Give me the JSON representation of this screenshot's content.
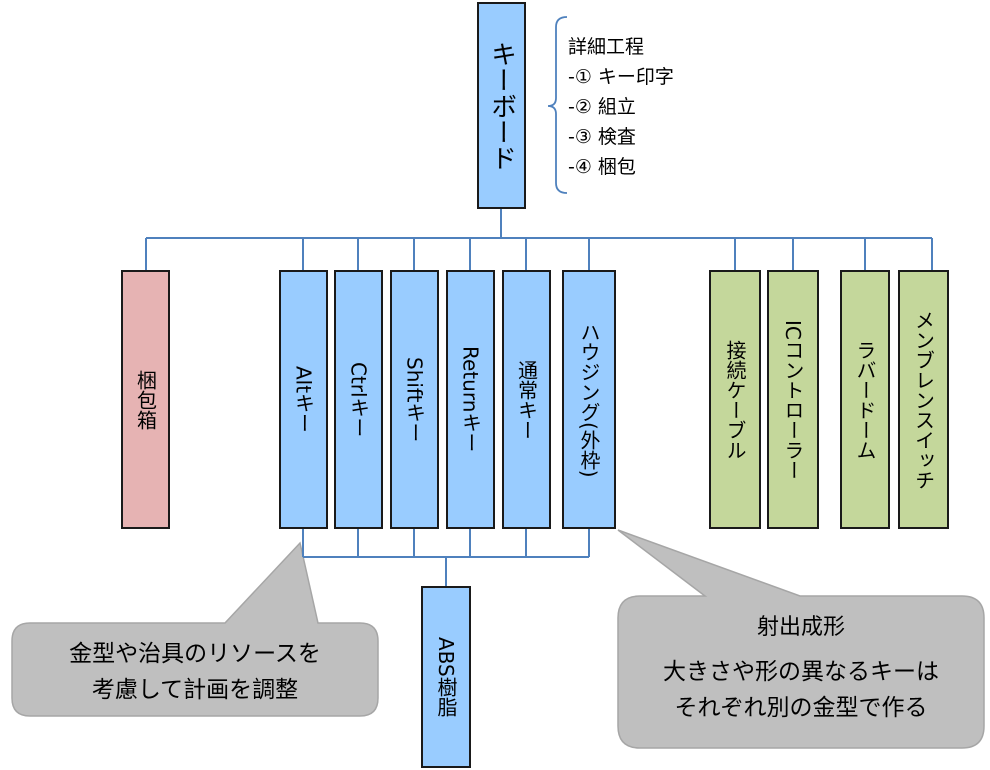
{
  "root": {
    "label": "キーボード"
  },
  "process_note": {
    "title": "詳細工程",
    "items": [
      "-① キー印字",
      "-② 組立",
      "-③ 検査",
      "-④ 梱包"
    ]
  },
  "parts": {
    "packing_box": "梱包箱",
    "alt_key": "Altキー",
    "ctrl_key": "Ctrlキー",
    "shift_key": "Shiftキー",
    "return_key": "Returnキー",
    "normal_key": "通常キー",
    "housing": "ハウジング(外枠)",
    "cable": "接続ケーブル",
    "ic_controller": "ICコントローラー",
    "rubber_dome": "ラバードーム",
    "membrane_switch": "メンブレンスイッチ",
    "abs_resin": "ABS樹脂"
  },
  "callouts": {
    "left": {
      "line1": "金型や治具のリソースを",
      "line2": "考慮して計画を調整"
    },
    "right": {
      "title": "射出成形",
      "line1": "大きさや形の異なるキーは",
      "line2": "それぞれ別の金型で作る"
    }
  },
  "colors": {
    "blue": "#99ccff",
    "pink": "#e6b3b3",
    "green": "#c4d79b",
    "connector": "#4f81bd",
    "callout": "#bfbfbf"
  }
}
